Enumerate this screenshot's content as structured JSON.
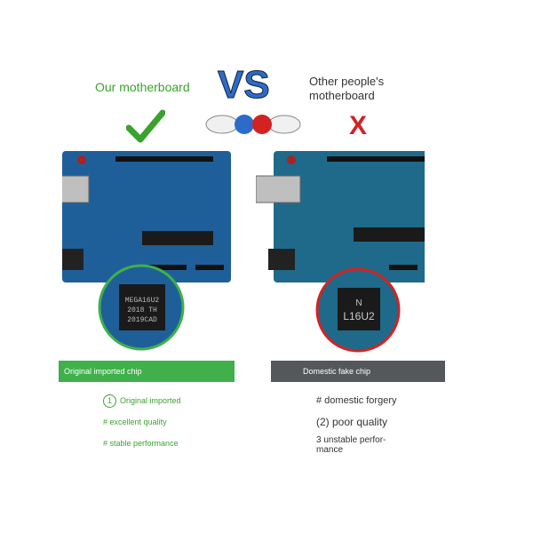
{
  "header": {
    "left_title": "Our motherboard",
    "vs_text": "VS",
    "right_title": "Other people's motherboard"
  },
  "left": {
    "chip_text": [
      "MEGA16U2",
      "2018 TH",
      "2019CAD"
    ],
    "bar_label": "Original imported chip",
    "features": [
      {
        "prefix": "1",
        "text": "Original imported"
      },
      {
        "prefix": "#",
        "text": "excellent quality"
      },
      {
        "prefix": "#",
        "text": "stable performance"
      }
    ]
  },
  "right": {
    "chip_text": [
      "N",
      "L16U2"
    ],
    "bar_label": "Domestic fake chip",
    "features": [
      {
        "text": "# domestic forgery"
      },
      {
        "text": "(2) poor quality"
      },
      {
        "text": "3 unstable perfor-\nmance"
      }
    ]
  },
  "colors": {
    "green": "#3fb04a",
    "red": "#d42222",
    "board_blue": "#1f5f99",
    "gray_bar": "#55585a"
  }
}
